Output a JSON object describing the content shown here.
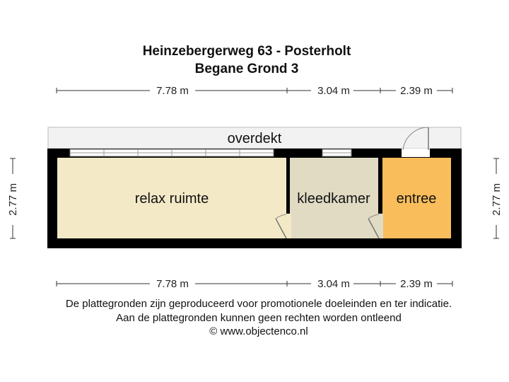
{
  "title": {
    "line1": "Heinzebergerweg 63 - Posterholt",
    "line2": "Begane Grond 3"
  },
  "dimensions": {
    "top": [
      "7.78 m",
      "3.04 m",
      "2.39 m"
    ],
    "bottom": [
      "7.78 m",
      "3.04 m",
      "2.39 m"
    ],
    "left": "2.77 m",
    "right": "2.77 m"
  },
  "rooms": {
    "overdekt": "overdekt",
    "relax": "relax ruimte",
    "kleedkamer": "kleedkamer",
    "entree": "entree"
  },
  "colors": {
    "relax": "#f3e9c6",
    "kleedkamer": "#e1dbc4",
    "entree": "#f9bd5c",
    "overdekt": "#f2f2f2",
    "wall": "#000000"
  },
  "footer": {
    "line1": "De plattegronden zijn geproduceerd voor promotionele doeleinden en ter indicatie.",
    "line2": "Aan de plattegronden kunnen geen rechten worden ontleend",
    "line3": "© www.objectenco.nl"
  }
}
